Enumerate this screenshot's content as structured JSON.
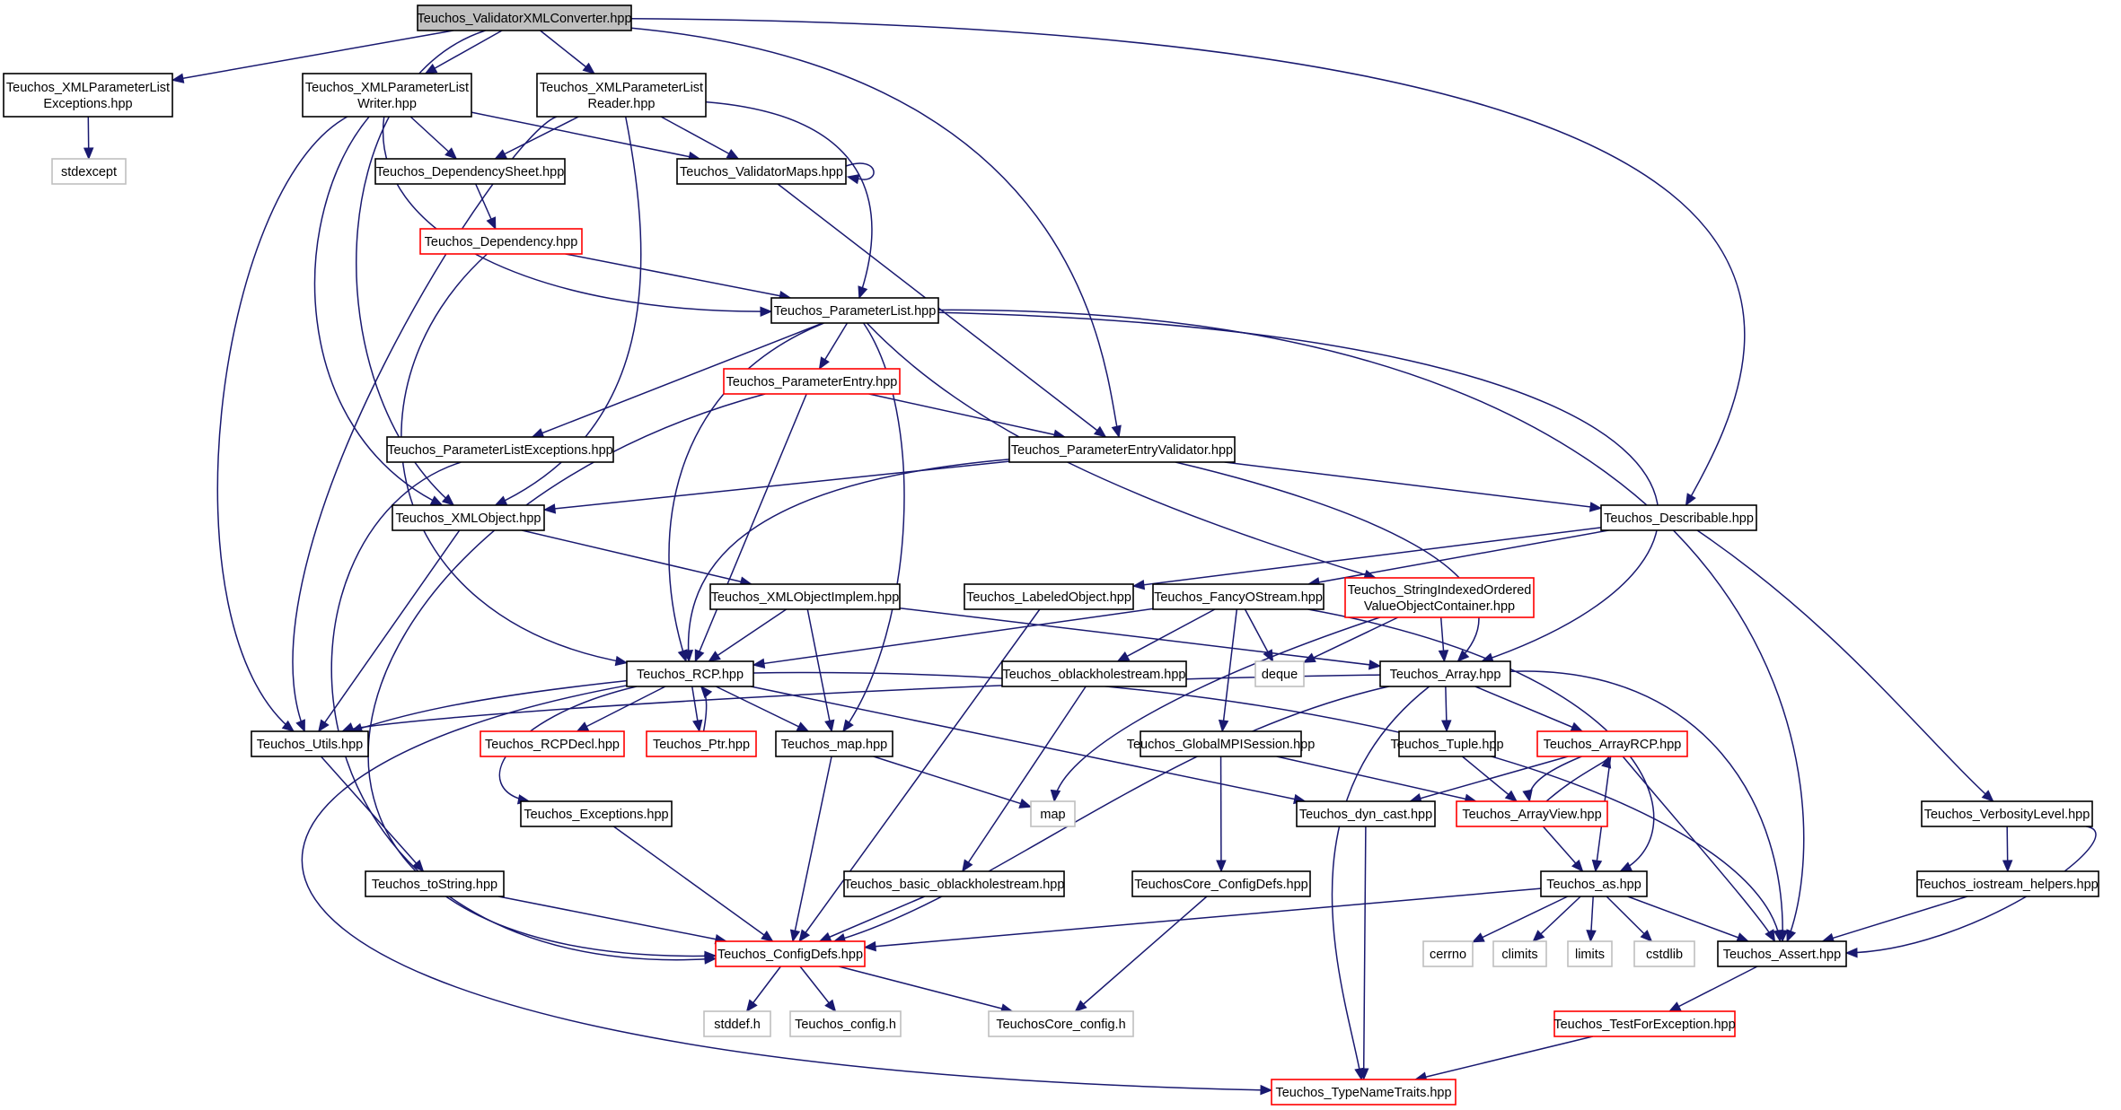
{
  "colors": {
    "edge": "#191970",
    "normal_border": "#000000",
    "truncated_border": "#ff0000",
    "external_border": "#bfbfbf",
    "root_fill": "#bfbfbf",
    "fill": "#ffffff"
  },
  "nodes": [
    {
      "id": "root",
      "lines": [
        "Teuchos_ValidatorXMLConverter.hpp"
      ],
      "style": "root"
    },
    {
      "id": "xmlexc",
      "lines": [
        "Teuchos_XMLParameterList",
        "Exceptions.hpp"
      ],
      "style": "normal"
    },
    {
      "id": "xmlwriter",
      "lines": [
        "Teuchos_XMLParameterList",
        "Writer.hpp"
      ],
      "style": "normal"
    },
    {
      "id": "xmlreader",
      "lines": [
        "Teuchos_XMLParameterList",
        "Reader.hpp"
      ],
      "style": "normal"
    },
    {
      "id": "stdexcept",
      "lines": [
        "stdexcept"
      ],
      "style": "external"
    },
    {
      "id": "depsheet",
      "lines": [
        "Teuchos_DependencySheet.hpp"
      ],
      "style": "normal"
    },
    {
      "id": "valmaps",
      "lines": [
        "Teuchos_ValidatorMaps.hpp"
      ],
      "style": "normal"
    },
    {
      "id": "dependency",
      "lines": [
        "Teuchos_Dependency.hpp"
      ],
      "style": "truncated"
    },
    {
      "id": "paramlist",
      "lines": [
        "Teuchos_ParameterList.hpp"
      ],
      "style": "normal"
    },
    {
      "id": "paramentry",
      "lines": [
        "Teuchos_ParameterEntry.hpp"
      ],
      "style": "truncated"
    },
    {
      "id": "plexc",
      "lines": [
        "Teuchos_ParameterListExceptions.hpp"
      ],
      "style": "normal"
    },
    {
      "id": "pev",
      "lines": [
        "Teuchos_ParameterEntryValidator.hpp"
      ],
      "style": "normal"
    },
    {
      "id": "xmlobject",
      "lines": [
        "Teuchos_XMLObject.hpp"
      ],
      "style": "normal"
    },
    {
      "id": "describable",
      "lines": [
        "Teuchos_Describable.hpp"
      ],
      "style": "normal"
    },
    {
      "id": "xmlobjimpl",
      "lines": [
        "Teuchos_XMLObjectImplem.hpp"
      ],
      "style": "normal"
    },
    {
      "id": "labeled",
      "lines": [
        "Teuchos_LabeledObject.hpp"
      ],
      "style": "normal"
    },
    {
      "id": "fancy",
      "lines": [
        "Teuchos_FancyOStream.hpp"
      ],
      "style": "normal"
    },
    {
      "id": "sivoc",
      "lines": [
        "Teuchos_StringIndexedOrdered",
        "ValueObjectContainer.hpp"
      ],
      "style": "truncated"
    },
    {
      "id": "rcp",
      "lines": [
        "Teuchos_RCP.hpp"
      ],
      "style": "normal"
    },
    {
      "id": "oblack",
      "lines": [
        "Teuchos_oblackholestream.hpp"
      ],
      "style": "normal"
    },
    {
      "id": "deque",
      "lines": [
        "deque"
      ],
      "style": "external"
    },
    {
      "id": "array",
      "lines": [
        "Teuchos_Array.hpp"
      ],
      "style": "normal"
    },
    {
      "id": "utils",
      "lines": [
        "Teuchos_Utils.hpp"
      ],
      "style": "normal"
    },
    {
      "id": "rcpdecl",
      "lines": [
        "Teuchos_RCPDecl.hpp"
      ],
      "style": "truncated"
    },
    {
      "id": "ptr",
      "lines": [
        "Teuchos_Ptr.hpp"
      ],
      "style": "truncated"
    },
    {
      "id": "tmap",
      "lines": [
        "Teuchos_map.hpp"
      ],
      "style": "normal"
    },
    {
      "id": "gmpi",
      "lines": [
        "Teuchos_GlobalMPISession.hpp"
      ],
      "style": "normal"
    },
    {
      "id": "tuple",
      "lines": [
        "Teuchos_Tuple.hpp"
      ],
      "style": "normal"
    },
    {
      "id": "arcp",
      "lines": [
        "Teuchos_ArrayRCP.hpp"
      ],
      "style": "truncated"
    },
    {
      "id": "exceptions",
      "lines": [
        "Teuchos_Exceptions.hpp"
      ],
      "style": "normal"
    },
    {
      "id": "map",
      "lines": [
        "map"
      ],
      "style": "external"
    },
    {
      "id": "dyncast",
      "lines": [
        "Teuchos_dyn_cast.hpp"
      ],
      "style": "normal"
    },
    {
      "id": "aview",
      "lines": [
        "Teuchos_ArrayView.hpp"
      ],
      "style": "truncated"
    },
    {
      "id": "verb",
      "lines": [
        "Teuchos_VerbosityLevel.hpp"
      ],
      "style": "normal"
    },
    {
      "id": "tostring",
      "lines": [
        "Teuchos_toString.hpp"
      ],
      "style": "normal"
    },
    {
      "id": "boblack",
      "lines": [
        "Teuchos_basic_oblackholestream.hpp"
      ],
      "style": "normal"
    },
    {
      "id": "corecfg",
      "lines": [
        "TeuchosCore_ConfigDefs.hpp"
      ],
      "style": "normal"
    },
    {
      "id": "as",
      "lines": [
        "Teuchos_as.hpp"
      ],
      "style": "normal"
    },
    {
      "id": "iohelp",
      "lines": [
        "Teuchos_iostream_helpers.hpp"
      ],
      "style": "normal"
    },
    {
      "id": "configdefs",
      "lines": [
        "Teuchos_ConfigDefs.hpp"
      ],
      "style": "truncated"
    },
    {
      "id": "cerrno",
      "lines": [
        "cerrno"
      ],
      "style": "external"
    },
    {
      "id": "climits",
      "lines": [
        "climits"
      ],
      "style": "external"
    },
    {
      "id": "limits",
      "lines": [
        "limits"
      ],
      "style": "external"
    },
    {
      "id": "cstdlib",
      "lines": [
        "cstdlib"
      ],
      "style": "external"
    },
    {
      "id": "tassert",
      "lines": [
        "Teuchos_Assert.hpp"
      ],
      "style": "normal"
    },
    {
      "id": "stddef",
      "lines": [
        "stddef.h"
      ],
      "style": "external"
    },
    {
      "id": "tconfig",
      "lines": [
        "Teuchos_config.h"
      ],
      "style": "external"
    },
    {
      "id": "coreconfig",
      "lines": [
        "TeuchosCore_config.h"
      ],
      "style": "external"
    },
    {
      "id": "testexc",
      "lines": [
        "Teuchos_TestForException.hpp"
      ],
      "style": "truncated"
    },
    {
      "id": "typename",
      "lines": [
        "Teuchos_TypeNameTraits.hpp"
      ],
      "style": "truncated"
    }
  ],
  "edges": [
    [
      "root",
      "xmlexc"
    ],
    [
      "root",
      "xmlwriter"
    ],
    [
      "root",
      "xmlreader"
    ],
    [
      "root",
      "xmlobject"
    ],
    [
      "root",
      "pev"
    ],
    [
      "root",
      "describable"
    ],
    [
      "xmlexc",
      "stdexcept"
    ],
    [
      "xmlwriter",
      "depsheet"
    ],
    [
      "xmlwriter",
      "valmaps"
    ],
    [
      "xmlwriter",
      "paramlist"
    ],
    [
      "xmlwriter",
      "xmlobject"
    ],
    [
      "xmlwriter",
      "utils"
    ],
    [
      "xmlreader",
      "depsheet"
    ],
    [
      "xmlreader",
      "valmaps"
    ],
    [
      "xmlreader",
      "paramlist"
    ],
    [
      "xmlreader",
      "xmlobject"
    ],
    [
      "xmlreader",
      "utils"
    ],
    [
      "valmaps",
      "valmaps"
    ],
    [
      "valmaps",
      "pev"
    ],
    [
      "depsheet",
      "dependency"
    ],
    [
      "dependency",
      "paramlist"
    ],
    [
      "dependency",
      "rcp"
    ],
    [
      "paramlist",
      "paramentry"
    ],
    [
      "paramlist",
      "plexc"
    ],
    [
      "paramlist",
      "rcp"
    ],
    [
      "paramlist",
      "tmap"
    ],
    [
      "paramlist",
      "sivoc"
    ],
    [
      "paramlist",
      "array"
    ],
    [
      "paramlist",
      "tassert"
    ],
    [
      "paramentry",
      "pev"
    ],
    [
      "paramentry",
      "rcp"
    ],
    [
      "paramentry",
      "configdefs"
    ],
    [
      "plexc",
      "configdefs"
    ],
    [
      "pev",
      "xmlobject"
    ],
    [
      "pev",
      "describable"
    ],
    [
      "pev",
      "rcp"
    ],
    [
      "pev",
      "array"
    ],
    [
      "xmlobject",
      "xmlobjimpl"
    ],
    [
      "xmlobject",
      "utils"
    ],
    [
      "describable",
      "labeled"
    ],
    [
      "describable",
      "fancy"
    ],
    [
      "describable",
      "verb"
    ],
    [
      "xmlobjimpl",
      "rcp"
    ],
    [
      "xmlobjimpl",
      "tmap"
    ],
    [
      "xmlobjimpl",
      "array"
    ],
    [
      "labeled",
      "configdefs"
    ],
    [
      "fancy",
      "rcp"
    ],
    [
      "fancy",
      "oblack"
    ],
    [
      "fancy",
      "deque"
    ],
    [
      "fancy",
      "gmpi"
    ],
    [
      "fancy",
      "as"
    ],
    [
      "sivoc",
      "array"
    ],
    [
      "sivoc",
      "deque"
    ],
    [
      "sivoc",
      "map"
    ],
    [
      "rcp",
      "utils"
    ],
    [
      "rcp",
      "rcpdecl"
    ],
    [
      "rcp",
      "ptr"
    ],
    [
      "rcp",
      "tmap"
    ],
    [
      "rcp",
      "exceptions"
    ],
    [
      "rcp",
      "dyncast"
    ],
    [
      "rcp",
      "tassert"
    ],
    [
      "rcp",
      "typename"
    ],
    [
      "ptr",
      "rcp"
    ],
    [
      "oblack",
      "boblack"
    ],
    [
      "array",
      "utils"
    ],
    [
      "array",
      "tuple"
    ],
    [
      "array",
      "arcp"
    ],
    [
      "array",
      "configdefs"
    ],
    [
      "array",
      "tassert"
    ],
    [
      "array",
      "typename"
    ],
    [
      "utils",
      "tostring"
    ],
    [
      "tmap",
      "map"
    ],
    [
      "tmap",
      "configdefs"
    ],
    [
      "gmpi",
      "corecfg"
    ],
    [
      "gmpi",
      "aview"
    ],
    [
      "tuple",
      "aview"
    ],
    [
      "arcp",
      "aview"
    ],
    [
      "arcp",
      "dyncast"
    ],
    [
      "arcp",
      "as"
    ],
    [
      "arcp",
      "tassert"
    ],
    [
      "aview",
      "arcp"
    ],
    [
      "aview",
      "as"
    ],
    [
      "exceptions",
      "configdefs"
    ],
    [
      "dyncast",
      "typename"
    ],
    [
      "verb",
      "iohelp"
    ],
    [
      "verb",
      "tassert"
    ],
    [
      "iohelp",
      "tassert"
    ],
    [
      "tostring",
      "configdefs"
    ],
    [
      "boblack",
      "configdefs"
    ],
    [
      "corecfg",
      "coreconfig"
    ],
    [
      "as",
      "configdefs"
    ],
    [
      "as",
      "cerrno"
    ],
    [
      "as",
      "climits"
    ],
    [
      "as",
      "limits"
    ],
    [
      "as",
      "cstdlib"
    ],
    [
      "as",
      "tassert"
    ],
    [
      "configdefs",
      "stddef"
    ],
    [
      "configdefs",
      "tconfig"
    ],
    [
      "configdefs",
      "coreconfig"
    ],
    [
      "tassert",
      "testexc"
    ],
    [
      "testexc",
      "typename"
    ]
  ]
}
